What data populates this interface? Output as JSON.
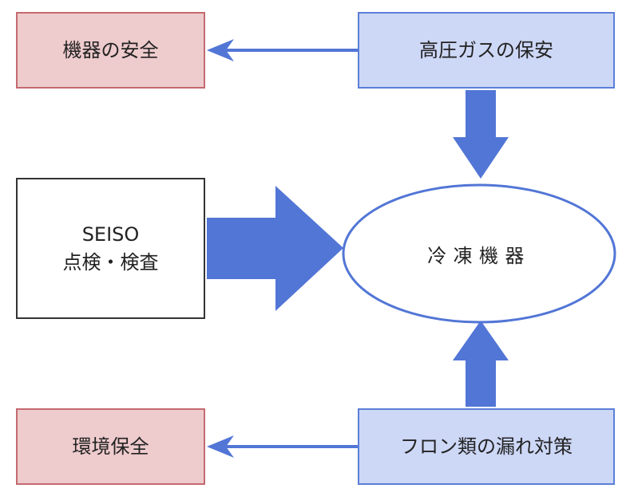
{
  "nodes": {
    "kiki_anzen": "機器の安全",
    "kouatsu_gas": "高圧ガスの保安",
    "seiso_line1": "SEISO",
    "seiso_line2": "点検・検査",
    "reitou_kiki": "冷凍機器",
    "kankyo_hozen": "環境保全",
    "furon_taisaku": "フロン類の漏れ対策"
  },
  "colors": {
    "arrow": "#5276d6",
    "blue_fill": "#cdd7f6",
    "blue_border": "#5b7fd8",
    "red_fill": "#eecbcd",
    "red_border": "#c46a70",
    "plain_border": "#333333"
  }
}
